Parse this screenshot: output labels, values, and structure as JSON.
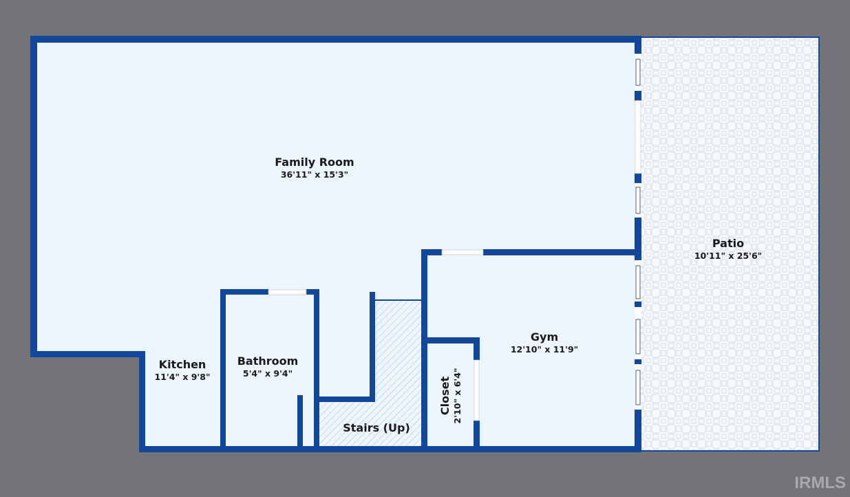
{
  "floorplan": {
    "colors": {
      "background": "#747377",
      "wall": "#12479A",
      "floor": "#EEF6FD",
      "patio_bg": "#F7FAFD",
      "patio_tile": "#DCE2EA",
      "stairs_hatch": "#B8CCE0",
      "text": "#1A1A1A"
    },
    "rooms": [
      {
        "id": "family-room",
        "name": "Family Room",
        "dims": "36'11\" x 15'3\""
      },
      {
        "id": "patio",
        "name": "Patio",
        "dims": "10'11\" x 25'6\""
      },
      {
        "id": "kitchen",
        "name": "Kitchen",
        "dims": "11'4\" x 9'8\""
      },
      {
        "id": "bathroom",
        "name": "Bathroom",
        "dims": "5'4\" x 9'4\""
      },
      {
        "id": "gym",
        "name": "Gym",
        "dims": "12'10\" x 11'9\""
      },
      {
        "id": "closet",
        "name": "Closet",
        "dims": "2'10\" x 6'4\""
      },
      {
        "id": "stairs",
        "name": "Stairs (Up)",
        "dims": ""
      }
    ]
  },
  "watermark": "IRMLS"
}
